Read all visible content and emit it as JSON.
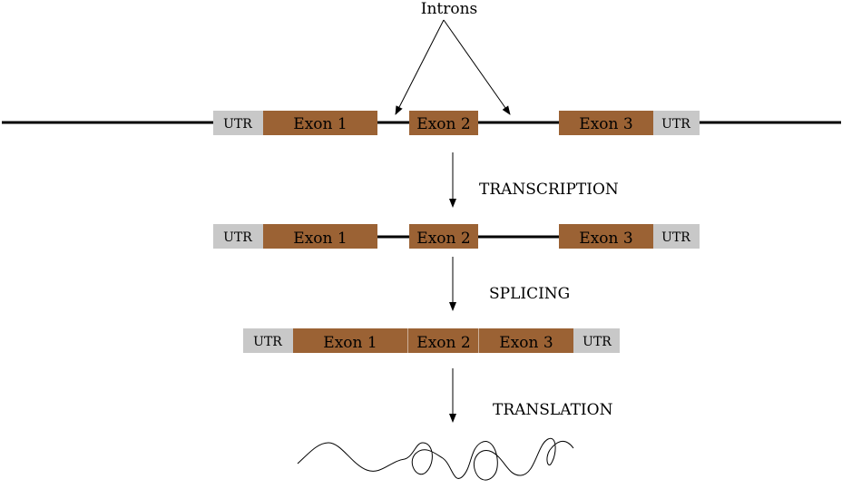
{
  "labels": {
    "introns": "Introns",
    "utr": "UTR",
    "exon1": "Exon 1",
    "exon2": "Exon 2",
    "exon3": "Exon 3"
  },
  "steps": {
    "transcription": "TRANSCRIPTION",
    "splicing": "SPLICING",
    "translation": "TRANSLATION"
  },
  "colors": {
    "exon": "#9b6234",
    "utr": "#c8c8c8",
    "line": "#000000"
  }
}
